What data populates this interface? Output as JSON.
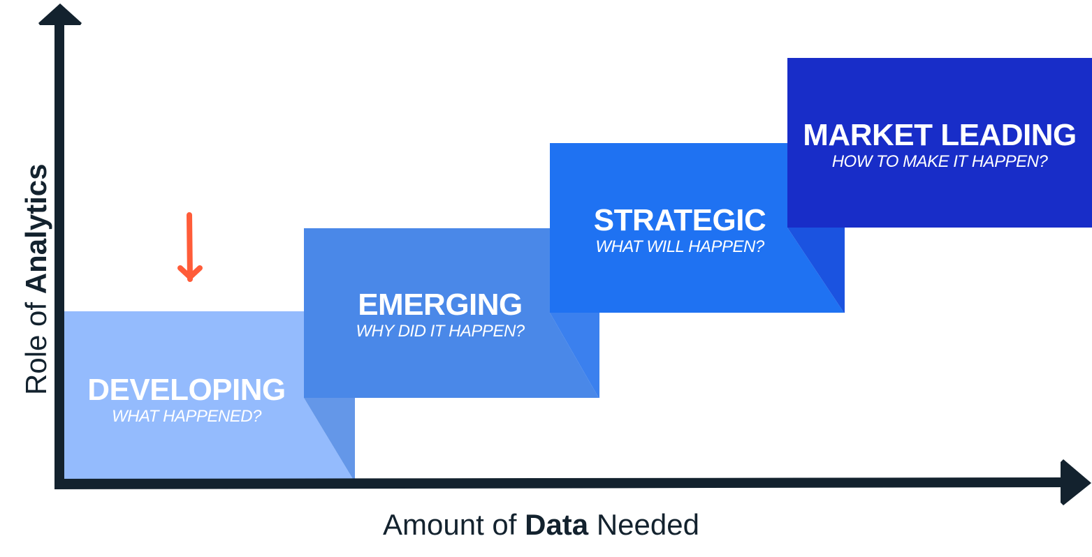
{
  "axes": {
    "y_label_prefix": "Role of ",
    "y_label_bold": "Analytics",
    "x_label_prefix": "Amount of ",
    "x_label_bold": "Data",
    "x_label_suffix": " Needed",
    "color": "#13222E"
  },
  "stages": [
    {
      "title": "DEVELOPING",
      "subtitle": "WHAT HAPPENED?",
      "color": "#94BBFD",
      "fold_color": "#6497E8"
    },
    {
      "title": "EMERGING",
      "subtitle": "WHY DID IT HAPPEN?",
      "color": "#4A88E8",
      "fold_color": "#3B80EE"
    },
    {
      "title": "STRATEGIC",
      "subtitle": "WHAT WILL HAPPEN?",
      "color": "#1F72F2",
      "fold_color": "#1B53E0"
    },
    {
      "title": "MARKET LEADING",
      "subtitle": "HOW TO MAKE IT HAPPEN?",
      "color": "#182DC8"
    }
  ],
  "marker": {
    "color": "#FF5C39",
    "points_to": "DEVELOPING"
  }
}
